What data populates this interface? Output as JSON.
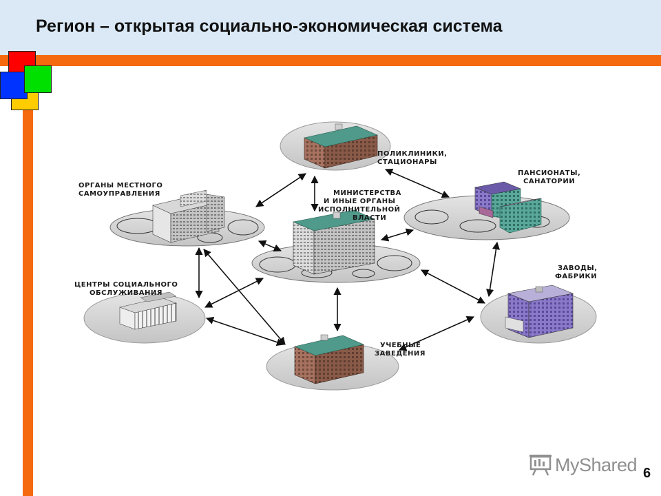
{
  "slide": {
    "title": "Регион – открытая социально-экономическая система",
    "page_number": "6",
    "watermark": "MyShared"
  },
  "diagram": {
    "center": {
      "label_lines": [
        "МИНИСТЕРСТВА",
        "И ИНЫЕ ОРГАНЫ",
        "ИСПОЛНИТЕЛЬНОЙ",
        "ВЛАСТИ"
      ]
    },
    "nodes": {
      "clinics": {
        "label_lines": [
          "ПОЛИКЛИНИКИ,",
          "СТАЦИОНАРЫ"
        ]
      },
      "local_gov": {
        "label_lines": [
          "ОРГАНЫ МЕСТНОГО",
          "САМОУПРАВЛЕНИЯ"
        ]
      },
      "sanatoriums": {
        "label_lines": [
          "ПАНСИОНАТЫ,",
          "САНАТОРИИ"
        ]
      },
      "social_centers": {
        "label_lines": [
          "ЦЕНТРЫ СОЦИАЛЬНОГО",
          "ОБСЛУЖИВАНИЯ"
        ]
      },
      "factories": {
        "label_lines": [
          "ЗАВОДЫ,",
          "ФАБРИКИ"
        ]
      },
      "schools": {
        "label_lines": [
          "УЧЕБНЫЕ",
          "ЗАВЕДЕНИЯ"
        ]
      }
    }
  },
  "colors": {
    "header_bg": "#dbe9f6",
    "accent_orange": "#f56a0e",
    "disk_fill": "#d0d0d0",
    "roof_teal": "#4f9a8a",
    "brick": "#8a5a48",
    "concrete": "#b8b8b8",
    "purple": "#8a78c8"
  }
}
